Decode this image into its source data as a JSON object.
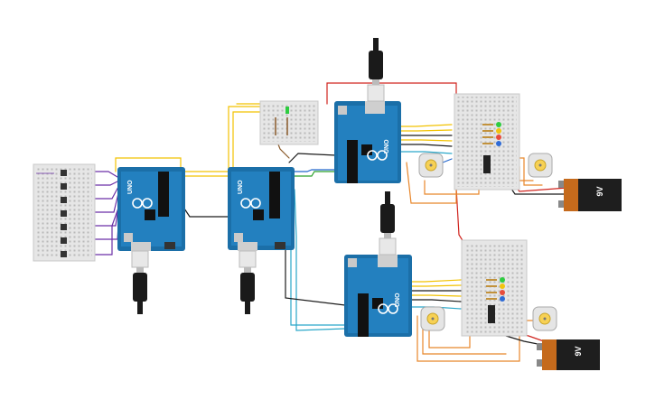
{
  "circuit": {
    "arduinos": [
      {
        "id": "uno-left",
        "label": "UNO"
      },
      {
        "id": "uno-center",
        "label": "UNO"
      },
      {
        "id": "uno-top-right",
        "label": "UNO"
      },
      {
        "id": "uno-bottom-right",
        "label": "UNO"
      }
    ],
    "batteries": [
      {
        "id": "battery-top",
        "label": "9V"
      },
      {
        "id": "battery-bottom",
        "label": "9V"
      }
    ],
    "breadboards": [
      "left-button-board",
      "small-center-board",
      "top-right-board",
      "bottom-right-board"
    ],
    "led_colors": [
      "#2ecc40",
      "#f1c40f",
      "#e74c3c",
      "#2e6bd6"
    ],
    "wire_colors": {
      "yellow": "#f2c200",
      "purple": "#6b2fa6",
      "black": "#1a1a1a",
      "red": "#d0241e",
      "green": "#2aa12a",
      "cyan": "#2aa7c9",
      "orange": "#e8862a",
      "blue": "#2266cc"
    }
  }
}
